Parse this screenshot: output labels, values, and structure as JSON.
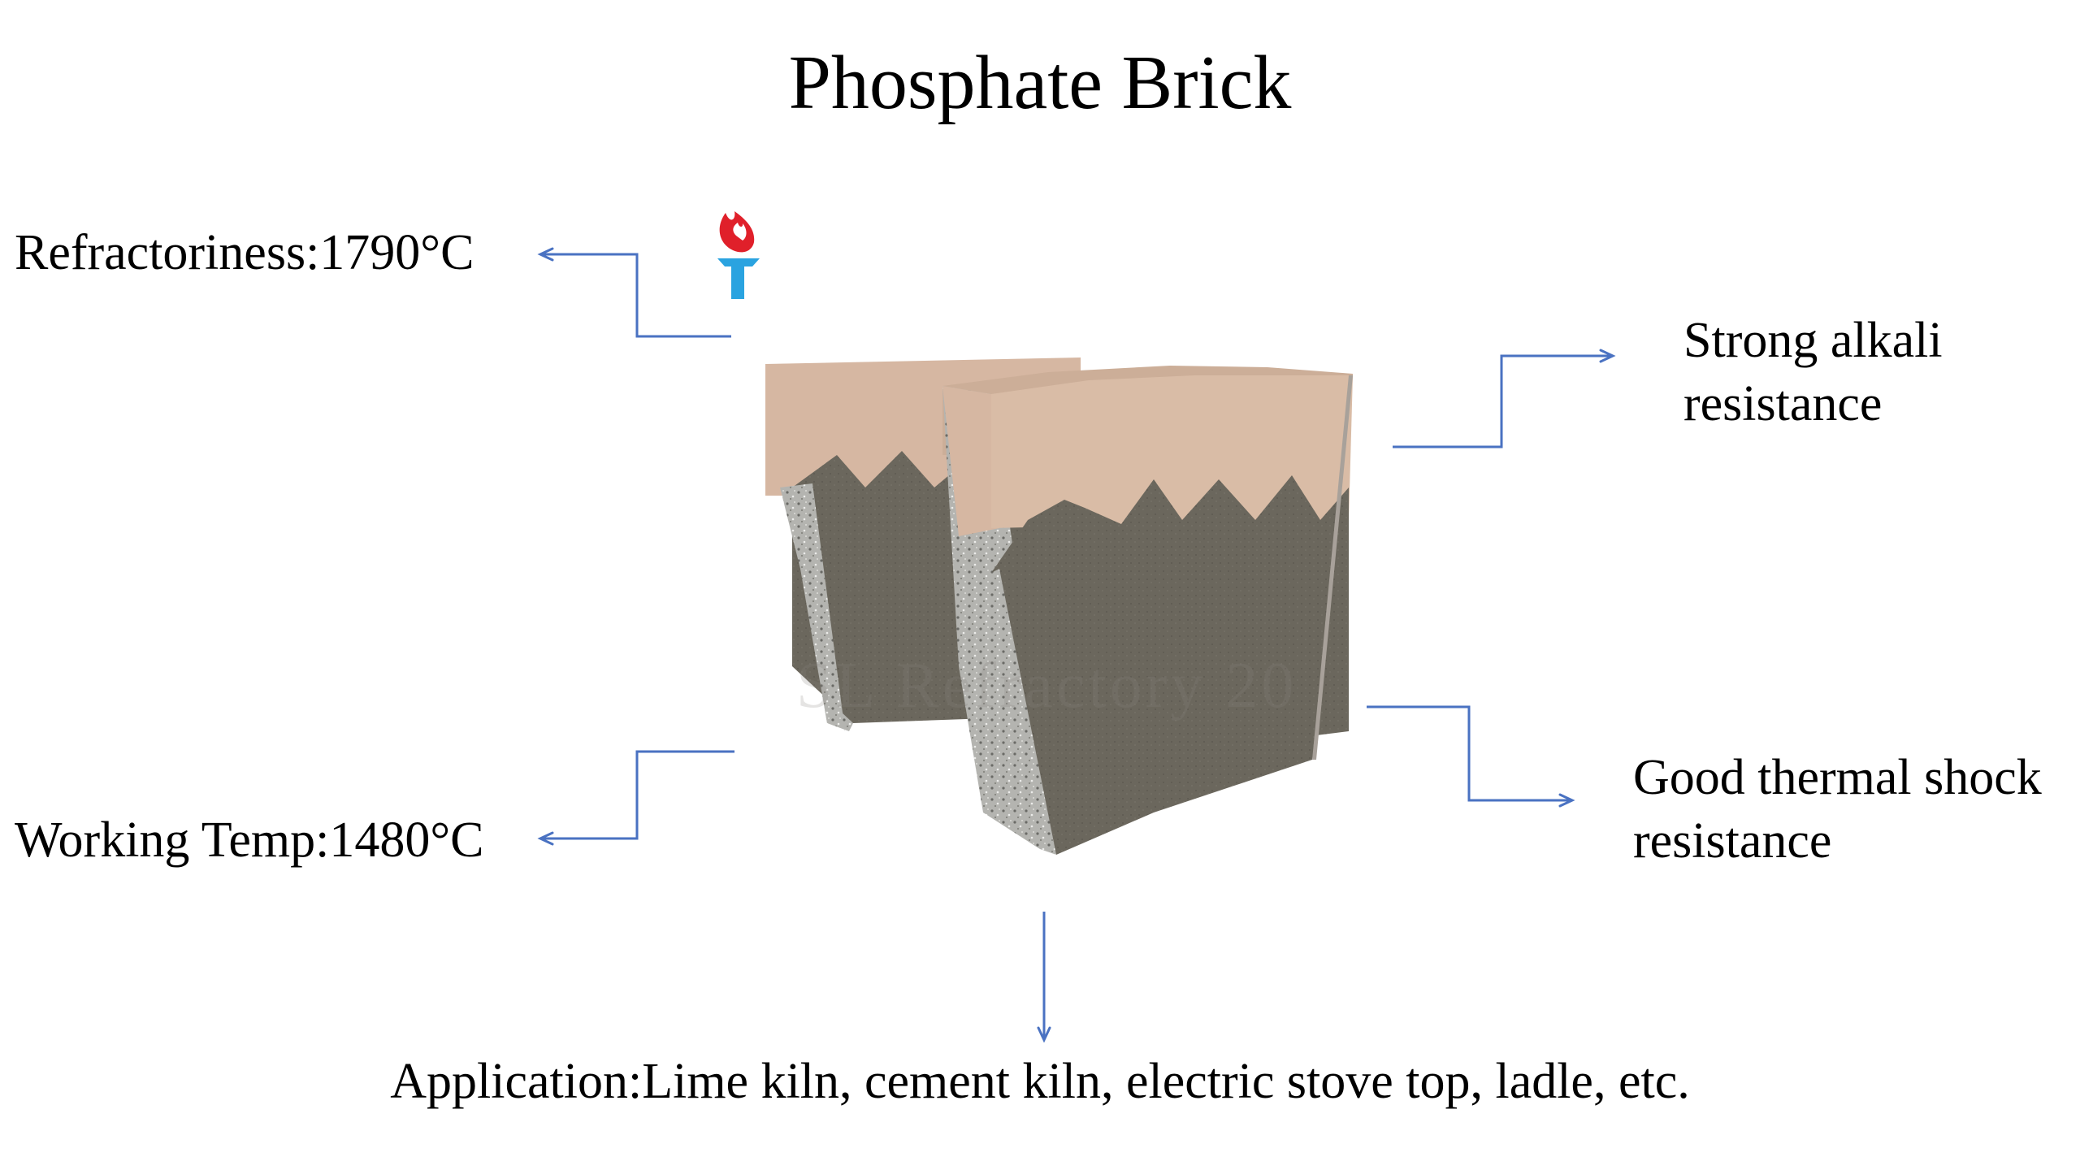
{
  "title": "Phosphate Brick",
  "features": {
    "refractoriness": "Refractoriness:1790°C",
    "working_temp": "Working Temp:1480°C",
    "alkali_resistance": [
      "Strong alkali",
      "resistance"
    ],
    "thermal_shock": [
      "Good thermal shock",
      "resistance"
    ],
    "application": "Application:Lime kiln, cement kiln, electric stove top, ladle, etc."
  },
  "watermark": "SL Refractory 20",
  "icons": {
    "torch": "torch-icon"
  },
  "colors": {
    "connector": "#4a72c2",
    "brick_top": "#d7b7a0",
    "brick_corroded": "#6e6a60",
    "brick_side": "#9c9c98",
    "torch_flame": "#e0202a",
    "torch_handle": "#2aa3e0"
  }
}
